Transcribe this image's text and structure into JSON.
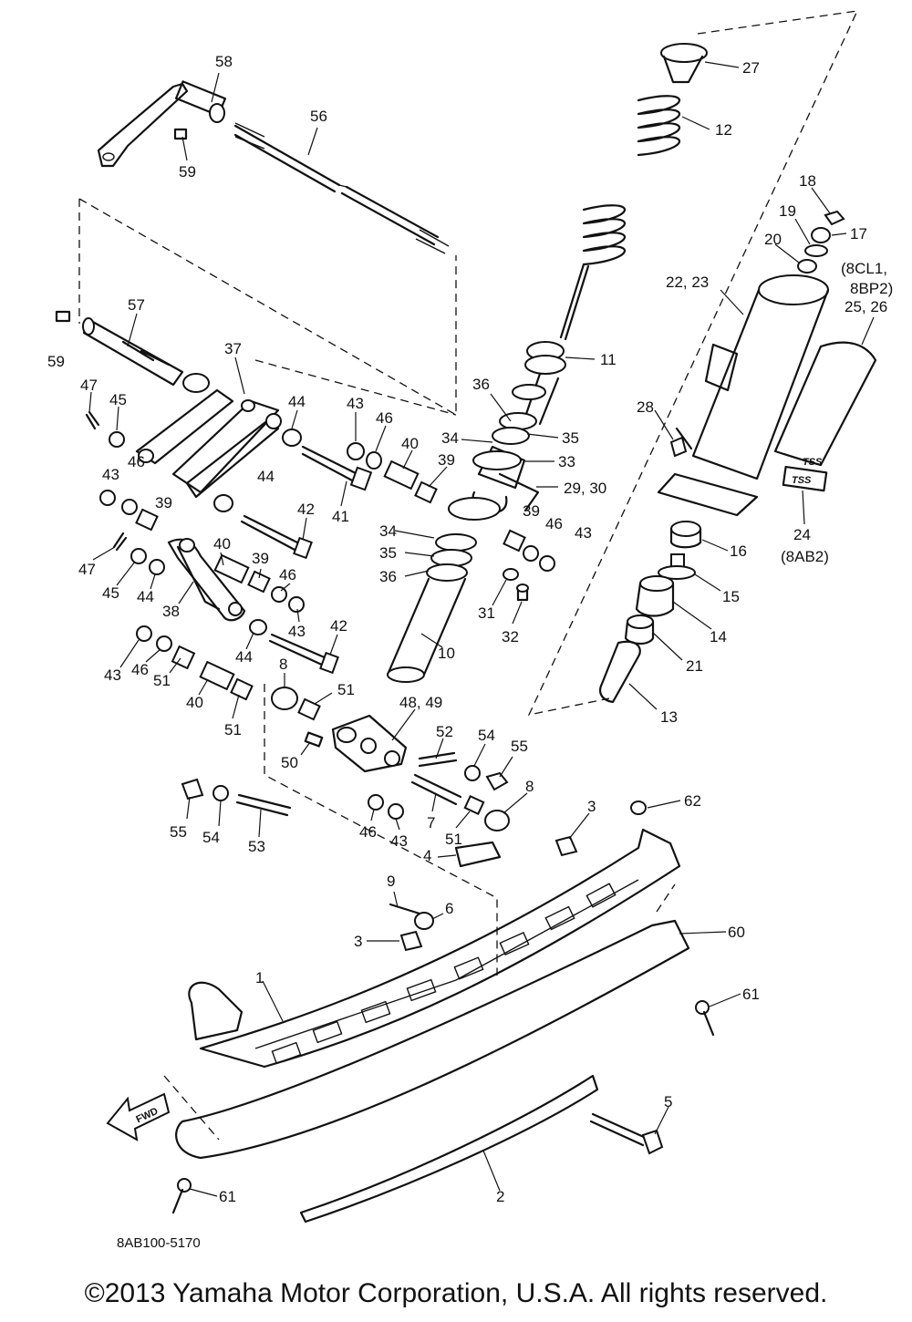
{
  "diagram": {
    "callouts": [
      {
        "id": "c58",
        "text": "58"
      },
      {
        "id": "c56",
        "text": "56"
      },
      {
        "id": "c59a",
        "text": "59"
      },
      {
        "id": "c27",
        "text": "27"
      },
      {
        "id": "c12",
        "text": "12"
      },
      {
        "id": "c18",
        "text": "18"
      },
      {
        "id": "c19",
        "text": "19"
      },
      {
        "id": "c17",
        "text": "17"
      },
      {
        "id": "c20",
        "text": "20"
      },
      {
        "id": "cVar1a",
        "text": "(8CL1,"
      },
      {
        "id": "cVar1b",
        "text": "8BP2)"
      },
      {
        "id": "c2223",
        "text": "22, 23"
      },
      {
        "id": "c2526",
        "text": "25, 26"
      },
      {
        "id": "c57",
        "text": "57"
      },
      {
        "id": "c59b",
        "text": "59"
      },
      {
        "id": "c37",
        "text": "37"
      },
      {
        "id": "c11",
        "text": "11"
      },
      {
        "id": "c36a",
        "text": "36"
      },
      {
        "id": "c34a",
        "text": "34"
      },
      {
        "id": "c35a",
        "text": "35"
      },
      {
        "id": "c33",
        "text": "33"
      },
      {
        "id": "c2930",
        "text": "29, 30"
      },
      {
        "id": "c47a",
        "text": "47"
      },
      {
        "id": "c45a",
        "text": "45"
      },
      {
        "id": "c44a",
        "text": "44"
      },
      {
        "id": "c43a",
        "text": "43"
      },
      {
        "id": "c46a",
        "text": "46"
      },
      {
        "id": "c40a",
        "text": "40"
      },
      {
        "id": "c39a",
        "text": "39"
      },
      {
        "id": "c28",
        "text": "28"
      },
      {
        "id": "c43b",
        "text": "43"
      },
      {
        "id": "c46b",
        "text": "46"
      },
      {
        "id": "c39b",
        "text": "39"
      },
      {
        "id": "c44b",
        "text": "44"
      },
      {
        "id": "c41",
        "text": "41"
      },
      {
        "id": "c42a",
        "text": "42"
      },
      {
        "id": "c24",
        "text": "24"
      },
      {
        "id": "cVar2",
        "text": "(8AB2)"
      },
      {
        "id": "c16",
        "text": "16"
      },
      {
        "id": "c39c",
        "text": "39"
      },
      {
        "id": "c46c",
        "text": "46"
      },
      {
        "id": "c43c",
        "text": "43"
      },
      {
        "id": "c34b",
        "text": "34"
      },
      {
        "id": "c35b",
        "text": "35"
      },
      {
        "id": "c36b",
        "text": "36"
      },
      {
        "id": "c47b",
        "text": "47"
      },
      {
        "id": "c40b",
        "text": "40"
      },
      {
        "id": "c39d",
        "text": "39"
      },
      {
        "id": "c46d",
        "text": "46"
      },
      {
        "id": "c45b",
        "text": "45"
      },
      {
        "id": "c44c",
        "text": "44"
      },
      {
        "id": "c38",
        "text": "38"
      },
      {
        "id": "c43d",
        "text": "43"
      },
      {
        "id": "c31",
        "text": "31"
      },
      {
        "id": "c32",
        "text": "32"
      },
      {
        "id": "c15",
        "text": "15"
      },
      {
        "id": "c14",
        "text": "14"
      },
      {
        "id": "c44d",
        "text": "44"
      },
      {
        "id": "c42b",
        "text": "42"
      },
      {
        "id": "c43e",
        "text": "43"
      },
      {
        "id": "c46e",
        "text": "46"
      },
      {
        "id": "c51a",
        "text": "51"
      },
      {
        "id": "c40c",
        "text": "40"
      },
      {
        "id": "c10",
        "text": "10"
      },
      {
        "id": "c21",
        "text": "21"
      },
      {
        "id": "c8a",
        "text": "8"
      },
      {
        "id": "c51b",
        "text": "51"
      },
      {
        "id": "c13",
        "text": "13"
      },
      {
        "id": "c51c",
        "text": "51"
      },
      {
        "id": "c4849",
        "text": "48, 49"
      },
      {
        "id": "c52",
        "text": "52"
      },
      {
        "id": "c54a",
        "text": "54"
      },
      {
        "id": "c55a",
        "text": "55"
      },
      {
        "id": "c50",
        "text": "50"
      },
      {
        "id": "c8b",
        "text": "8"
      },
      {
        "id": "c7",
        "text": "7"
      },
      {
        "id": "c46f",
        "text": "46"
      },
      {
        "id": "c43f",
        "text": "43"
      },
      {
        "id": "c51d",
        "text": "51"
      },
      {
        "id": "c55b",
        "text": "55"
      },
      {
        "id": "c54b",
        "text": "54"
      },
      {
        "id": "c53",
        "text": "53"
      },
      {
        "id": "c3a",
        "text": "3"
      },
      {
        "id": "c62",
        "text": "62"
      },
      {
        "id": "c4",
        "text": "4"
      },
      {
        "id": "c9",
        "text": "9"
      },
      {
        "id": "c6",
        "text": "6"
      },
      {
        "id": "c3b",
        "text": "3"
      },
      {
        "id": "c60",
        "text": "60"
      },
      {
        "id": "c1",
        "text": "1"
      },
      {
        "id": "c61a",
        "text": "61"
      },
      {
        "id": "c5",
        "text": "5"
      },
      {
        "id": "c2",
        "text": "2"
      },
      {
        "id": "c61b",
        "text": "61"
      }
    ],
    "tss_label_1": "TSS",
    "tss_label_2": "TSS",
    "fwd_label": "FWD",
    "diagram_code": "8AB100-5170"
  },
  "footer": {
    "copyright": "©2013 Yamaha Motor Corporation, U.S.A. All rights reserved."
  }
}
